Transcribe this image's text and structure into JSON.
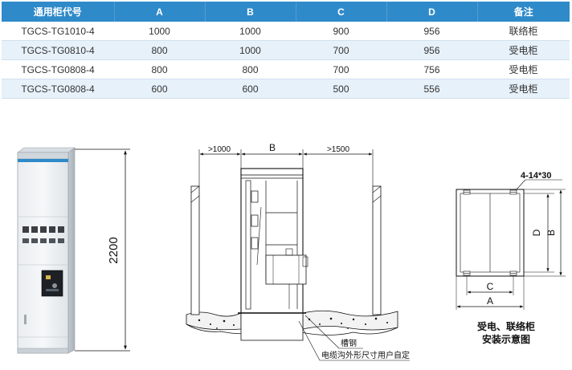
{
  "table": {
    "headers": [
      "通用柜代号",
      "A",
      "B",
      "C",
      "D",
      "备注"
    ],
    "rows": [
      [
        "TGCS-TG1010-4",
        "1000",
        "1000",
        "900",
        "956",
        "联络柜"
      ],
      [
        "TGCS-TG0810-4",
        "800",
        "1000",
        "700",
        "956",
        "受电柜"
      ],
      [
        "TGCS-TG0808-4",
        "800",
        "800",
        "700",
        "756",
        "受电柜"
      ],
      [
        "TGCS-TG0808-4",
        "600",
        "600",
        "500",
        "556",
        "受电柜"
      ]
    ]
  },
  "figure_left": {
    "height_label": "2200"
  },
  "figure_middle": {
    "left_clearance": ">1000",
    "width_label": "B",
    "right_clearance": ">1500",
    "steel_label": "槽钢",
    "trench_label": "电缆沟外形尺寸用户自定"
  },
  "figure_right": {
    "hole_label": "4-14*30",
    "d_label": "D",
    "b_label": "B",
    "c_label": "C",
    "a_label": "A",
    "caption_line1": "受电、联络柜",
    "caption_line2": "安装示意图"
  }
}
